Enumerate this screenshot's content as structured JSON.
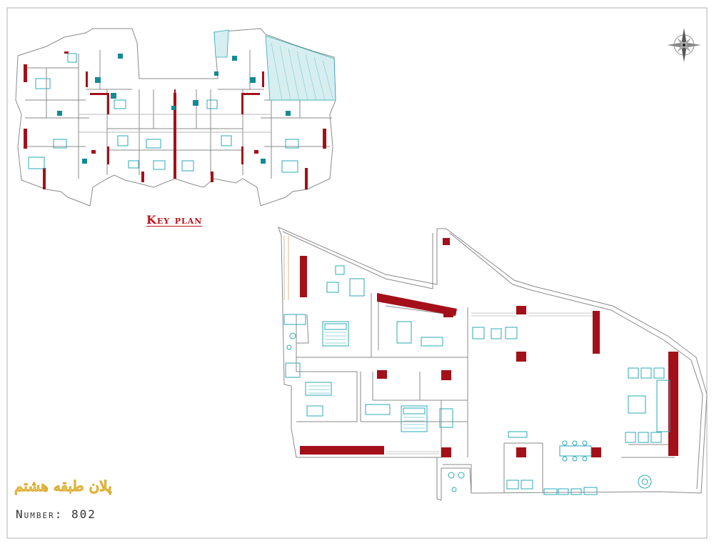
{
  "key_plan_label": "Key plan",
  "floor_title_fa": "پلان طبقه هشتم",
  "number_label": "Number: 802",
  "colors": {
    "wall": "#a3101a",
    "line": "#8a8a8a",
    "furniture": "#2aa9b8",
    "accent_fill": "#138a95",
    "frame": "#b0b0b0"
  },
  "icons": {
    "north_arrow": "compass-rose-icon"
  }
}
